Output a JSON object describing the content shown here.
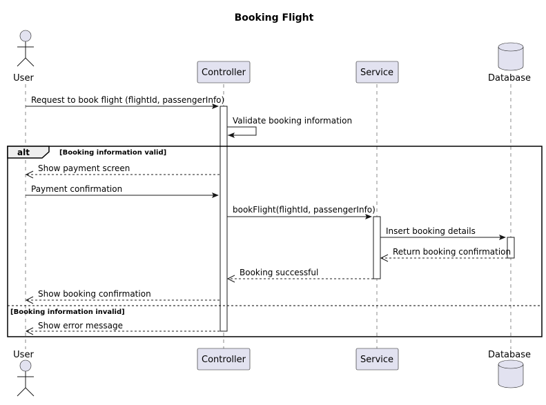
{
  "diagram": {
    "title": "Booking Flight",
    "participants": [
      {
        "id": "user",
        "label": "User",
        "kind": "actor"
      },
      {
        "id": "controller",
        "label": "Controller",
        "kind": "participant"
      },
      {
        "id": "service",
        "label": "Service",
        "kind": "participant"
      },
      {
        "id": "database",
        "label": "Database",
        "kind": "database"
      }
    ],
    "messages": [
      {
        "from": "user",
        "to": "controller",
        "label": "Request to book flight (flightId, passengerInfo)",
        "style": "solid"
      },
      {
        "from": "controller",
        "to": "controller",
        "label": "Validate booking information",
        "style": "solid"
      },
      {
        "from": "controller",
        "to": "user",
        "label": "Show payment screen",
        "style": "dashed"
      },
      {
        "from": "user",
        "to": "controller",
        "label": "Payment confirmation",
        "style": "solid"
      },
      {
        "from": "controller",
        "to": "service",
        "label": "bookFlight(flightId, passengerInfo)",
        "style": "solid"
      },
      {
        "from": "service",
        "to": "database",
        "label": "Insert booking details",
        "style": "solid"
      },
      {
        "from": "database",
        "to": "service",
        "label": "Return booking confirmation",
        "style": "dashed"
      },
      {
        "from": "service",
        "to": "controller",
        "label": "Booking successful",
        "style": "dashed"
      },
      {
        "from": "controller",
        "to": "user",
        "label": "Show booking confirmation",
        "style": "dashed"
      },
      {
        "from": "controller",
        "to": "user",
        "label": "Show error message",
        "style": "dashed"
      }
    ],
    "alt_fragment": {
      "keyword": "alt",
      "guard_1": "[Booking information valid]",
      "guard_2": "[Booking information invalid]"
    }
  }
}
